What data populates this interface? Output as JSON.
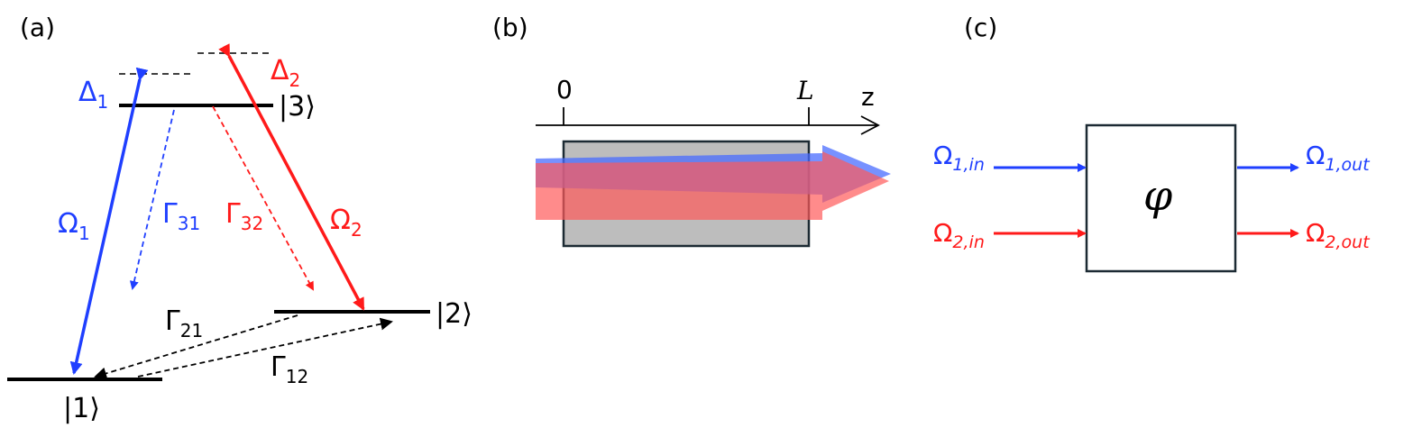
{
  "colors": {
    "blue": "#1f3fff",
    "red": "#ff1a1a",
    "black": "#000000",
    "box_gray": "#bdbdbd",
    "box_stroke": "#1c2a33"
  },
  "panel_a": {
    "label": "(a)",
    "state3": "|3⟩",
    "state2": "|2⟩",
    "state1": "|1⟩",
    "delta1": {
      "main": "Δ",
      "sub": "1"
    },
    "delta2": {
      "main": "Δ",
      "sub": "2"
    },
    "omega1": {
      "main": "Ω",
      "sub": "1"
    },
    "omega2": {
      "main": "Ω",
      "sub": "2"
    },
    "gamma31": {
      "main": "Γ",
      "sub": "31"
    },
    "gamma32": {
      "main": "Γ",
      "sub": "32"
    },
    "gamma21": {
      "main": "Γ",
      "sub": "21"
    },
    "gamma12": {
      "main": "Γ",
      "sub": "12"
    }
  },
  "panel_b": {
    "label": "(b)",
    "tick0": "0",
    "tickL": "L",
    "axis": "z"
  },
  "panel_c": {
    "label": "(c)",
    "phase": "φ",
    "in1": {
      "main": "Ω",
      "sub": "1,in"
    },
    "in2": {
      "main": "Ω",
      "sub": "2,in"
    },
    "out1": {
      "main": "Ω",
      "sub": "1,out"
    },
    "out2": {
      "main": "Ω",
      "sub": "2,out"
    }
  }
}
